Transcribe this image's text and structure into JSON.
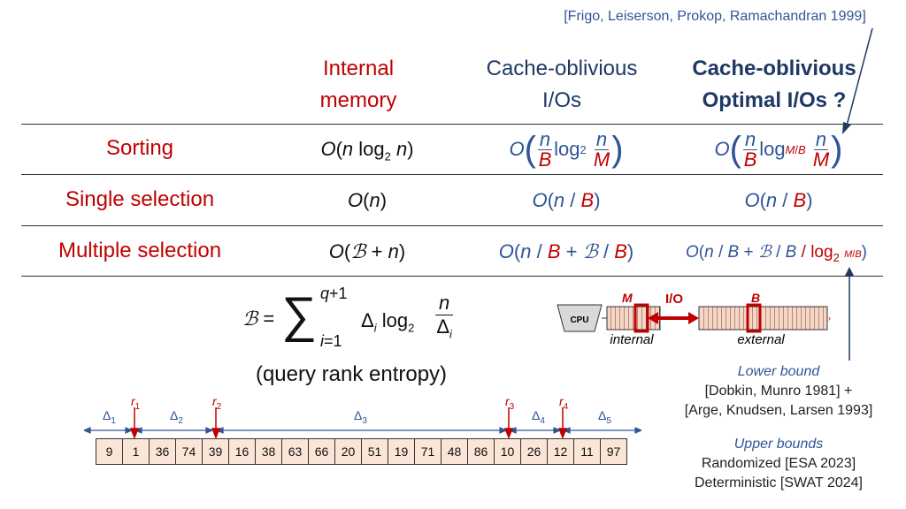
{
  "citation": "[Frigo, Leiserson, Prokop, Ramachandran 1999]",
  "headers": {
    "internal": [
      "Internal",
      "memory"
    ],
    "cache_oblivious": [
      "Cache-oblivious",
      "I/Os"
    ],
    "optimal": [
      "Cache-oblivious",
      "Optimal I/Os ?"
    ]
  },
  "rows": {
    "sorting": "Sorting",
    "single": "Single selection",
    "multiple": "Multiple selection"
  },
  "formula_note": "(query rank entropy)",
  "diagram": {
    "cpu": "CPU",
    "m_label": "M",
    "io_label": "I/O",
    "b_label": "B",
    "internal": "internal",
    "external": "external"
  },
  "refs": {
    "lower_title": "Lower bound",
    "lower_1": "[Dobkin, Munro 1981] +",
    "lower_2": "[Arge, Knudsen, Larsen 1993]",
    "upper_title": "Upper bounds",
    "upper_1": "Randomized [ESA 2023]",
    "upper_2": "Deterministic [SWAT 2024]"
  },
  "array": [
    "9",
    "1",
    "36",
    "74",
    "39",
    "16",
    "38",
    "63",
    "66",
    "20",
    "51",
    "19",
    "71",
    "48",
    "86",
    "10",
    "26",
    "12",
    "11",
    "97"
  ],
  "deltas": [
    "Δ1",
    "Δ2",
    "Δ3",
    "Δ4",
    "Δ5"
  ],
  "ranks": [
    "r1",
    "r2",
    "r3",
    "r4"
  ],
  "colors": {
    "red": "#c00000",
    "navy": "#1f3864",
    "blue": "#2f5597",
    "array_fill": "#fbe5d6"
  }
}
